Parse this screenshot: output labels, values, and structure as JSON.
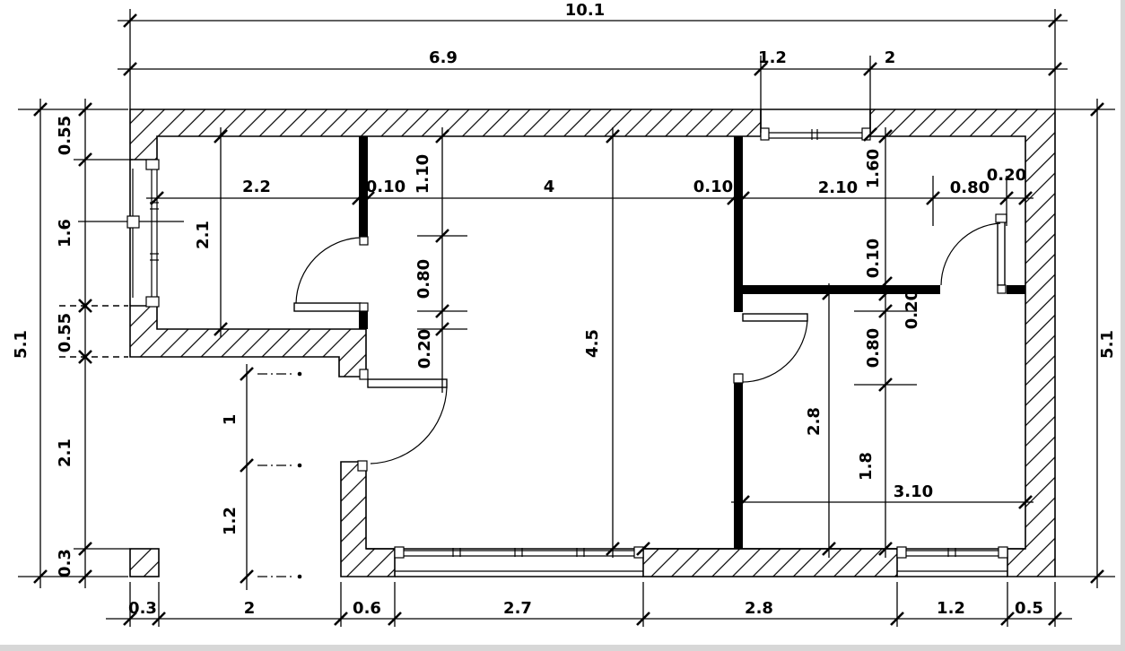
{
  "drawing": {
    "kind": "floor-plan",
    "colors": {
      "ink": "#000000",
      "background": "#ffffff",
      "edge_shade": "#d7d7d7"
    }
  },
  "dims": {
    "top": {
      "overall": "10.1",
      "left_span": "6.9",
      "window": "1.2",
      "right_span": "2"
    },
    "left": {
      "overall": "5.1",
      "wall_top": "0.55",
      "window": "1.6",
      "below_window": "0.55",
      "porch": "2.1",
      "column": "0.3"
    },
    "right": {
      "overall": "5.1"
    },
    "bottom": {
      "column": "0.3",
      "porch": "2",
      "pier": "0.6",
      "hall_window": "2.7",
      "wall": "2.8",
      "window": "1.2",
      "corner": "0.5"
    },
    "interior": {
      "room1_width": "2.2",
      "partition1": "0.10",
      "hall_width": "4",
      "partition2": "0.10",
      "room2_wall": "2.10",
      "room2_door": "0.80",
      "room2_jamb": "0.20",
      "room1_height": "2.1",
      "door1_above": "1.10",
      "door1_width": "0.80",
      "door1_below": "0.20",
      "entry_opening": "1",
      "entry_pier": "1.2",
      "hall_height": "4.5",
      "room2_height": "1.60",
      "partition3": "0.10",
      "door3_jamb": "0.20",
      "door3_width": "0.80",
      "room3_wall": "1.8",
      "room3_height": "2.8",
      "room3_width": "3.10"
    }
  }
}
